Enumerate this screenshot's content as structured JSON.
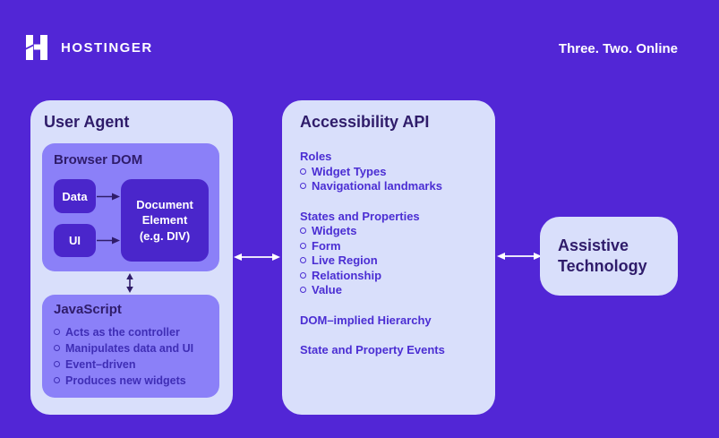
{
  "theme": {
    "background": "#5226D6",
    "panel_light": "#D9DFFB",
    "panel_medium": "#8B80F8",
    "node_dark": "#4A26CB",
    "title_navy": "#2F1C6A",
    "access_text": "#4B2ED3",
    "js_text": "#3F2EB5",
    "arrow_white": "#FFFFFF"
  },
  "header": {
    "brand": "HOSTINGER",
    "logo_icon": "hostinger-h-logo",
    "tagline": "Three. Two. Online"
  },
  "user_agent": {
    "title": "User Agent",
    "browser_dom": {
      "title": "Browser DOM",
      "data_label": "Data",
      "ui_label": "UI",
      "document_element_lines": [
        "Document",
        "Element",
        "(e.g. DIV)"
      ]
    },
    "javascript": {
      "title": "JavaScript",
      "items": [
        "Acts as the controller",
        "Manipulates data and UI",
        "Event–driven",
        "Produces new widgets"
      ]
    }
  },
  "accessibility_api": {
    "title": "Accessibility API",
    "groups": [
      {
        "header": "Roles",
        "items": [
          "Widget Types",
          "Navigational landmarks"
        ]
      },
      {
        "header": "States and Properties",
        "items": [
          "Widgets",
          "Form",
          "Live Region",
          "Relationship",
          "Value"
        ]
      },
      {
        "header": "DOM–implied Hierarchy",
        "items": []
      },
      {
        "header": "State and Property Events",
        "items": []
      }
    ]
  },
  "assistive_technology": {
    "title": "Assistive Technology"
  }
}
